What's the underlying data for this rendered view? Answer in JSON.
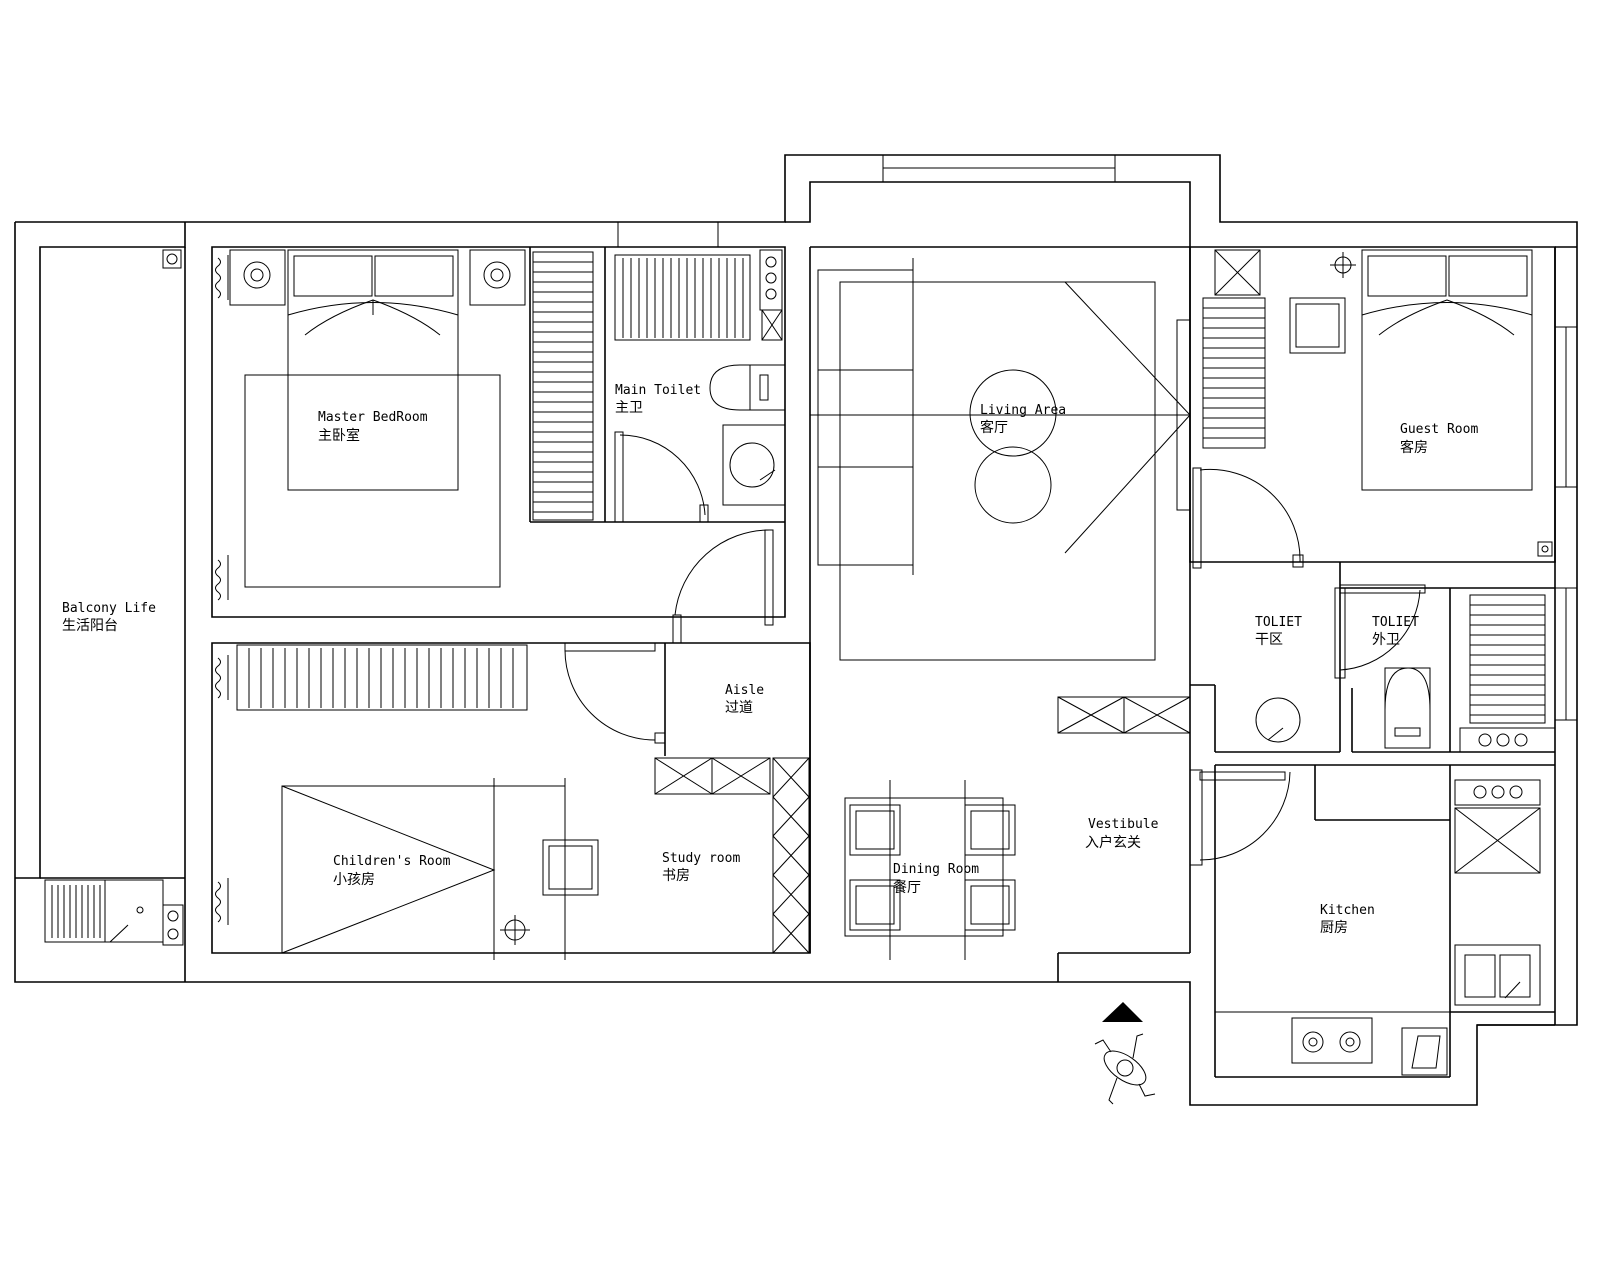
{
  "rooms": {
    "balcony": {
      "en": "Balcony Life",
      "cn": "生活阳台"
    },
    "master_bedroom": {
      "en": "Master BedRoom",
      "cn": "主卧室"
    },
    "main_toilet": {
      "en": "Main Toilet",
      "cn": "主卫"
    },
    "living_area": {
      "en": "Living Area",
      "cn": "客厅"
    },
    "guest_room": {
      "en": "Guest Room",
      "cn": "客房"
    },
    "toilet_wash": {
      "en": "TOLIET",
      "cn": "干区"
    },
    "toilet_outer": {
      "en": "TOLIET",
      "cn": "外卫"
    },
    "aisle": {
      "en": "Aisle",
      "cn": "过道"
    },
    "childrens_room": {
      "en": "Children's Room",
      "cn": "小孩房"
    },
    "study_room": {
      "en": "Study room",
      "cn": "书房"
    },
    "dining_room": {
      "en": "Dining Room",
      "cn": "餐厅"
    },
    "vestibule": {
      "en": "Vestibule",
      "cn": "入户玄关"
    },
    "kitchen": {
      "en": "Kitchen",
      "cn": "厨房"
    }
  },
  "icons": {
    "entrance": "entrance-arrow-icon",
    "person": "person-walking-icon"
  }
}
